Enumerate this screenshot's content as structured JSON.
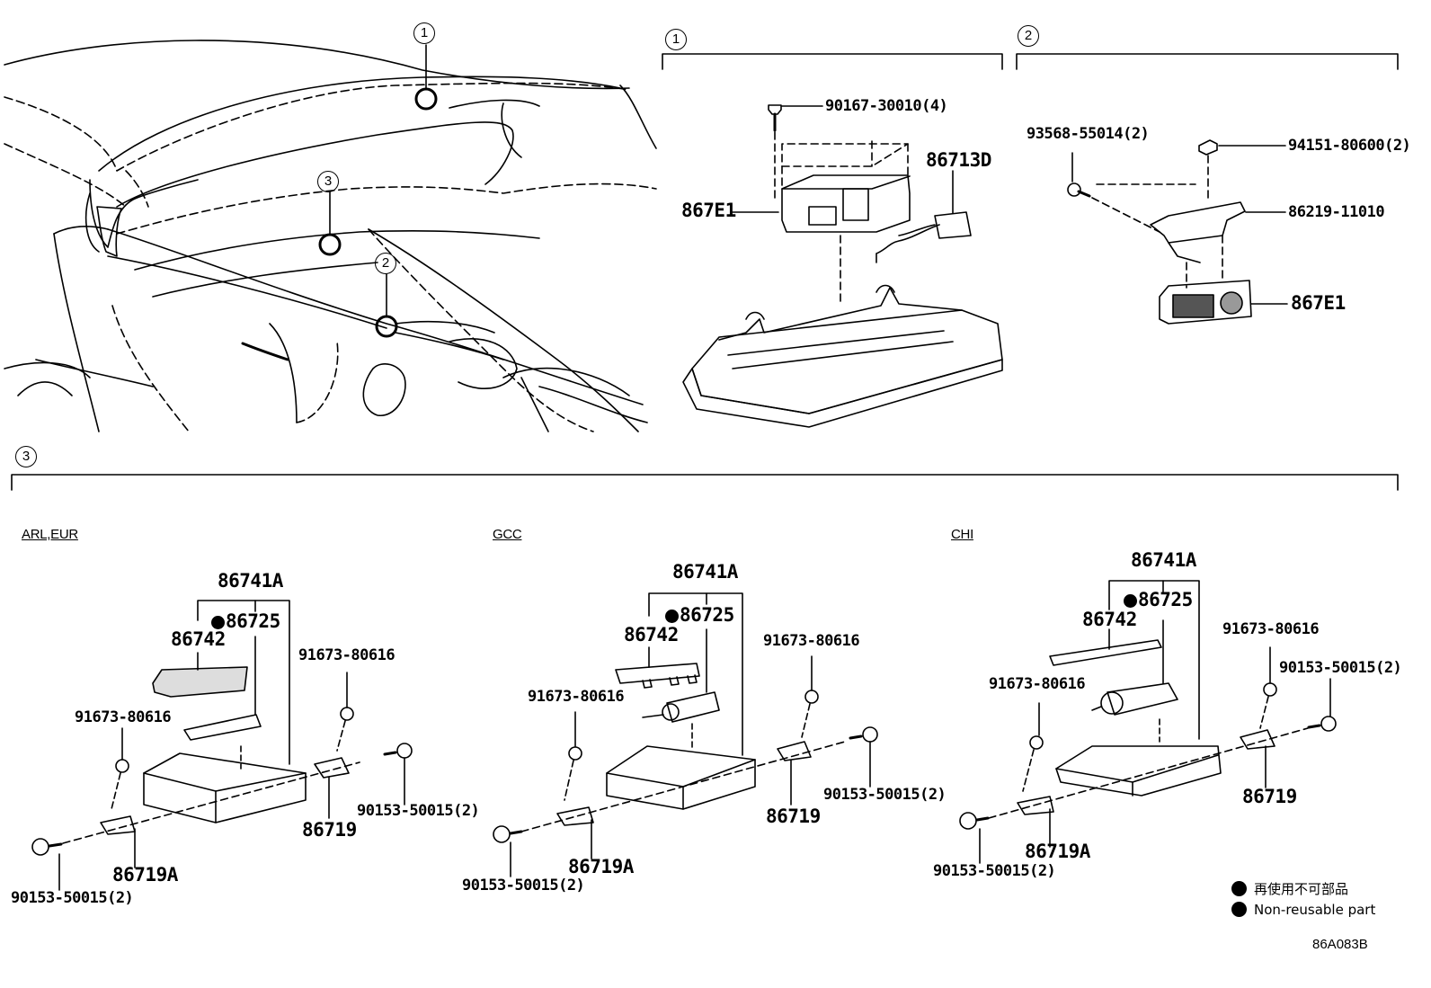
{
  "section_markers": [
    "1",
    "2",
    "3"
  ],
  "section1_labels": {
    "screw": "90167-30010(4)",
    "connector": "86713D",
    "unit": "867E1"
  },
  "section2_labels": {
    "bolt": "93568-55014(2)",
    "nut": "94151-80600(2)",
    "bracket": "86219-11010",
    "unit": "867E1"
  },
  "variants": [
    {
      "region": "ARL,EUR",
      "assembly": "86741A",
      "marked_part": "86725",
      "cover": "86742",
      "clip_left": "91673-80616",
      "clip_right": "91673-80616",
      "bolt_left": "90153-50015(2)",
      "bolt_right": "90153-50015(2)",
      "bracket_right": "86719",
      "bracket_left": "86719A"
    },
    {
      "region": "GCC",
      "assembly": "86741A",
      "marked_part": "86725",
      "cover": "86742",
      "clip_left": "91673-80616",
      "clip_right": "91673-80616",
      "bolt_left": "90153-50015(2)",
      "bolt_right": "90153-50015(2)",
      "bracket_right": "86719",
      "bracket_left": "86719A"
    },
    {
      "region": "CHI",
      "assembly": "86741A",
      "marked_part": "86725",
      "cover": "86742",
      "clip_left": "91673-80616",
      "clip_right": "91673-80616",
      "bolt_left": "90153-50015(2)",
      "bolt_right": "90153-50015(2)",
      "bracket_right": "86719",
      "bracket_left": "86719A"
    }
  ],
  "legend": {
    "japanese": "再使用不可部品",
    "english": "Non-reusable part"
  },
  "diagram_code": "86A083B"
}
